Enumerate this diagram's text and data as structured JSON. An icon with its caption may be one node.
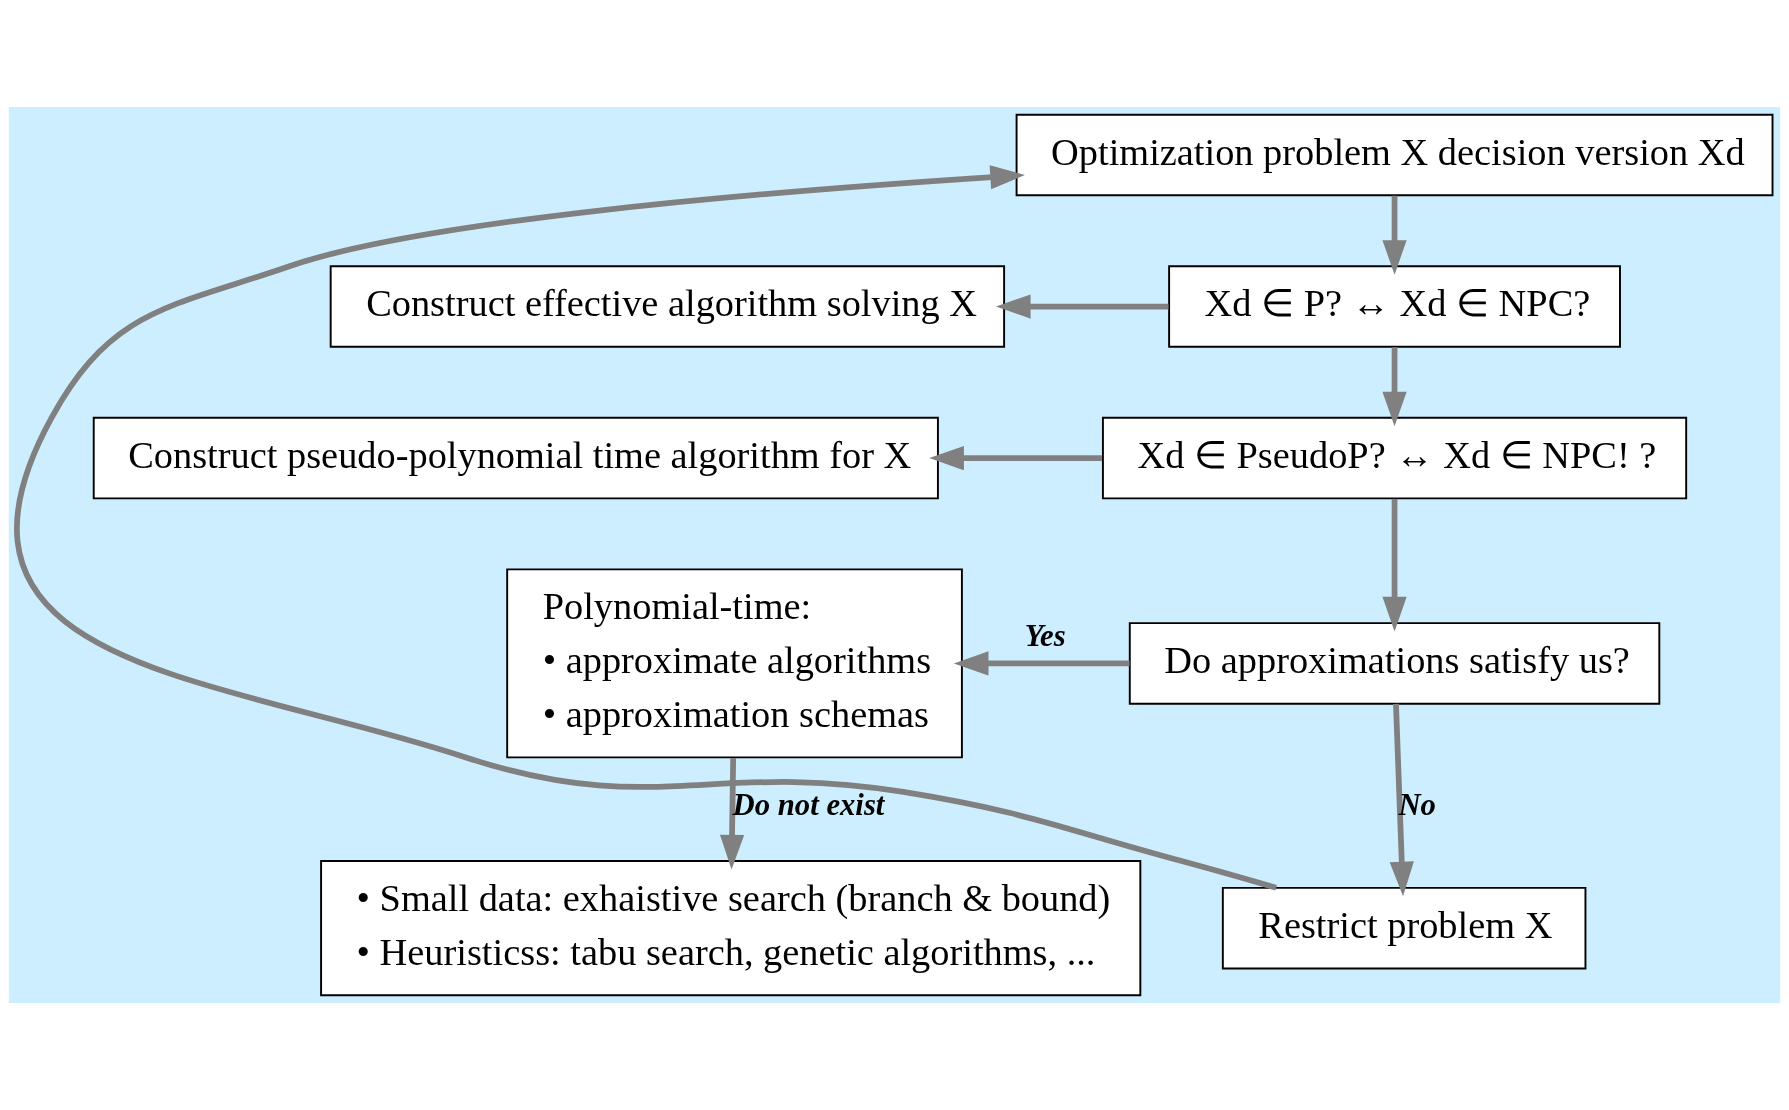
{
  "diagram": {
    "nodes": [
      {
        "text": [
          "Optimization problem X decision version Xd"
        ]
      },
      {
        "text": [
          "Construct effective algorithm solving X"
        ]
      },
      {
        "text": [
          "Xd ∈ P? ↔ Xd ∈ NPC?"
        ]
      },
      {
        "text": [
          "Construct pseudo-polynomial time algorithm for X"
        ]
      },
      {
        "text": [
          "Xd ∈ PseudoP? ↔ Xd ∈ NPC! ?"
        ]
      },
      {
        "text": [
          "Polynomial-time:",
          "• approximate algorithms",
          "• approximation schemas"
        ]
      },
      {
        "text": [
          "Do approximations satisfy us?"
        ]
      },
      {
        "text": [
          "Restrict problem X"
        ]
      },
      {
        "text": [
          "• Small data: exhaistive search (branch & bound)",
          "• Heuristicss: tabu search, genetic algorithms, ..."
        ]
      }
    ],
    "edges": [
      {
        "from": 0,
        "to": 2,
        "arrow": "to"
      },
      {
        "from": 2,
        "to": 1,
        "arrow": "to"
      },
      {
        "from": 2,
        "to": 4,
        "arrow": "to"
      },
      {
        "from": 4,
        "to": 3,
        "arrow": "to"
      },
      {
        "from": 4,
        "to": 6,
        "arrow": "to"
      },
      {
        "from": 6,
        "to": 5,
        "arrow": "to",
        "label": "Yes"
      },
      {
        "from": 6,
        "to": 7,
        "arrow": "to",
        "label": "No"
      },
      {
        "from": 5,
        "to": 8,
        "arrow": "to",
        "label": "Do not exist"
      },
      {
        "from": 7,
        "to": 0,
        "arrow": "to"
      }
    ]
  }
}
